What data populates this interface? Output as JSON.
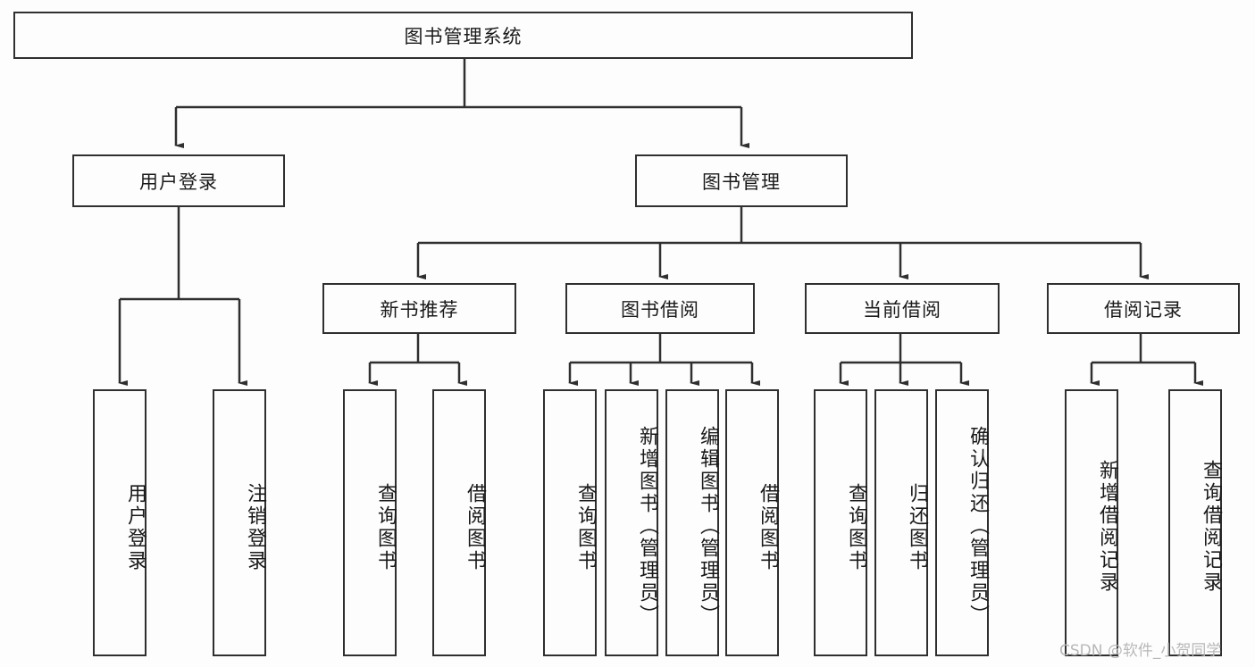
{
  "diagram": {
    "type": "tree-hierarchy",
    "title": "图书管理系统",
    "watermark": "CSDN @软件_小贺同学",
    "colors": {
      "background": "#fdfdfd",
      "stroke": "#2f2f2f",
      "text": "#1a1a1a",
      "watermark": "#b8b8b8"
    },
    "nodes": {
      "root": "图书管理系统",
      "level1": [
        "用户登录",
        "图书管理"
      ],
      "level2": [
        "新书推荐",
        "图书借阅",
        "当前借阅",
        "借阅记录"
      ],
      "leaves_user_login": [
        "用户登录",
        "注销登录"
      ],
      "leaves_new_book": [
        "查询图书",
        "借阅图书"
      ],
      "leaves_borrow": [
        "查询图书",
        "新增图书（管理员）",
        "编辑图书（管理员）",
        "借阅图书"
      ],
      "leaves_current": [
        "查询图书",
        "归还图书",
        "确认归还（管理员）"
      ],
      "leaves_record": [
        "新增借阅记录",
        "查询借阅记录"
      ]
    }
  }
}
